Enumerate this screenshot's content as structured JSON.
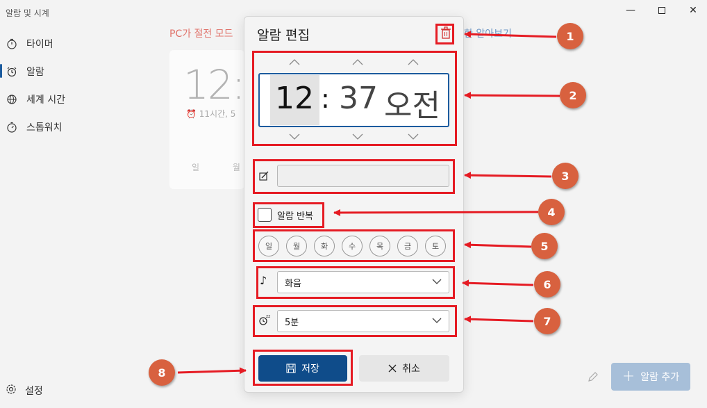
{
  "app": {
    "title": "알람 및 시계"
  },
  "sidebar": {
    "items": [
      {
        "label": "타이머",
        "icon": "timer-icon"
      },
      {
        "label": "알람",
        "icon": "alarm-icon"
      },
      {
        "label": "세계 시간",
        "icon": "globe-icon"
      },
      {
        "label": "스톱워치",
        "icon": "stopwatch-icon"
      }
    ],
    "active": "알람",
    "settings_label": "설정"
  },
  "background": {
    "warning_text": "PC가 절전 모드",
    "link_text": "한 알아보기",
    "alarm_time": "12:3",
    "remaining": "11시간, 5",
    "days": "일 월 화"
  },
  "footer": {
    "add_alarm_label": "알람 추가"
  },
  "dialog": {
    "title": "알람 편집",
    "time": {
      "hour": "12",
      "separator": ":",
      "minute": "37",
      "ampm": "오전"
    },
    "name": {
      "value": "",
      "placeholder": ""
    },
    "repeat": {
      "label": "알람 반복",
      "checked": false
    },
    "days": [
      "일",
      "월",
      "화",
      "수",
      "목",
      "금",
      "토"
    ],
    "sound": {
      "value": "화음",
      "icon": "music-note-icon"
    },
    "snooze": {
      "value": "5분",
      "icon": "snooze-icon"
    },
    "save_label": "저장",
    "cancel_label": "취소"
  },
  "annotations": [
    "1",
    "2",
    "3",
    "4",
    "5",
    "6",
    "7",
    "8"
  ],
  "colors": {
    "accent": "#0f4c8a",
    "annotation_red": "#e51b23",
    "badge": "#d8613f",
    "warning": "#e0736b"
  }
}
